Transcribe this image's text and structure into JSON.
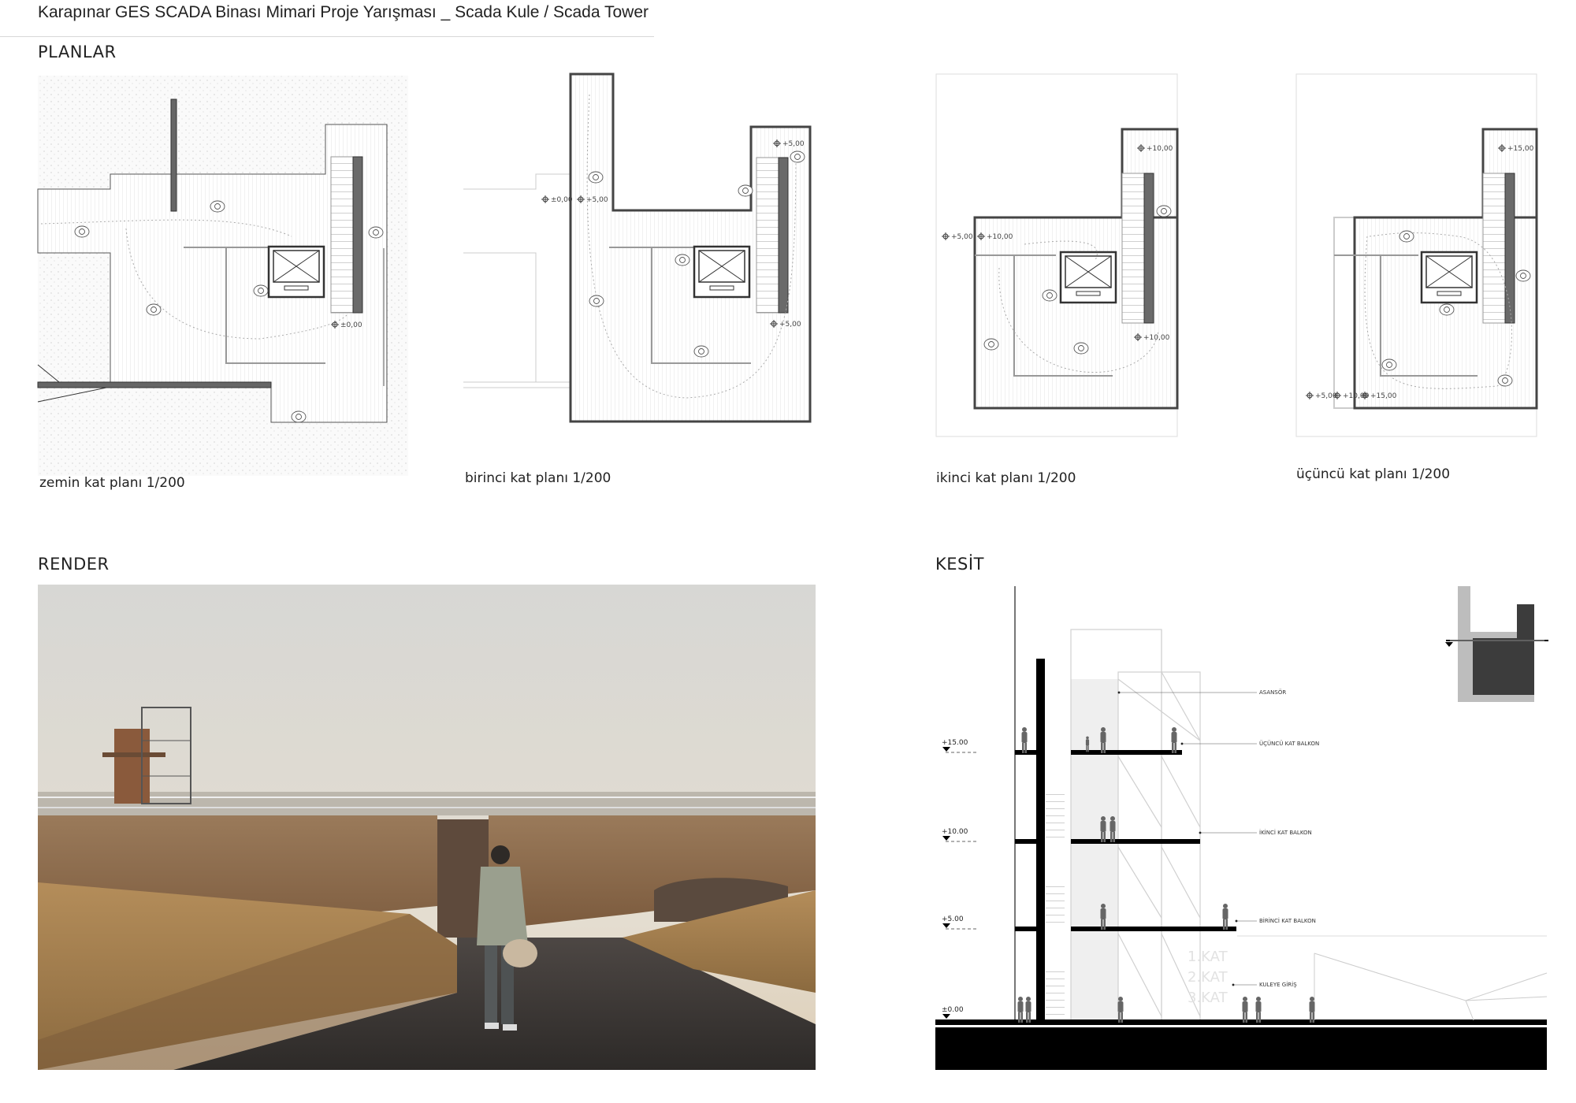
{
  "header": {
    "title": "Karapınar GES SCADA Binası Mimari Proje Yarışması _  Scada Kule / Scada Tower"
  },
  "sections": {
    "plans": "PLANLAR",
    "render": "RENDER",
    "section": "KESİT"
  },
  "plans": [
    {
      "caption": "zemin kat planı 1/200",
      "levels": [
        "±0,00"
      ]
    },
    {
      "caption": "birinci kat planı 1/200",
      "levels": [
        "±0,00",
        "+5,00",
        "+5,00",
        "+5,00"
      ]
    },
    {
      "caption": "ikinci kat planı 1/200",
      "levels": [
        "+5,00",
        "+10,00",
        "+10,00",
        "+10,00"
      ]
    },
    {
      "caption": "üçüncü kat planı 1/200",
      "levels": [
        "+5,00",
        "+10,00",
        "+15,00",
        "+15,00"
      ]
    }
  ],
  "kesit": {
    "levels": [
      "+15.00",
      "+10.00",
      "+5.00",
      "±0.00"
    ],
    "annotations": [
      "ASANSÖR",
      "ÜÇÜNCÜ KAT BALKON",
      "İKİNCİ KAT BALKON",
      "BİRİNCİ KAT BALKON",
      "KULEYE GİRİŞ"
    ],
    "ghost_labels": [
      "1.KAT",
      "2.KAT",
      "3.KAT"
    ]
  },
  "colors": {
    "wall_dark": "#555555",
    "slab": "#000000",
    "sky": "#d9d6cf",
    "concrete": "#8a6a4c",
    "grass": "#a57c4a"
  }
}
